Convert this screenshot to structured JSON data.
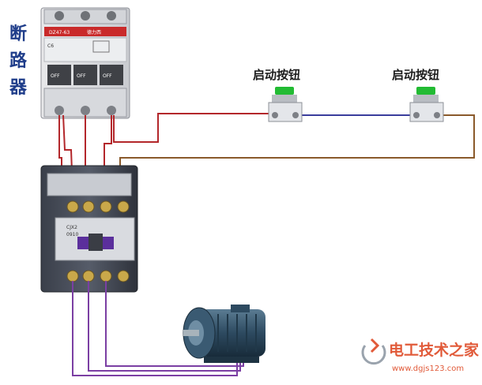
{
  "breaker": {
    "label_chars": [
      "断",
      "路",
      "器"
    ],
    "model_text": "DZ47-63",
    "rating_text": "C6",
    "pole_off_label": "OFF",
    "brand_text": "德力西"
  },
  "buttons": [
    {
      "label": "启动按钮",
      "cap_color": "#22bb33"
    },
    {
      "label": "启动按钮",
      "cap_color": "#22bb33"
    }
  ],
  "contactor": {
    "model_text": "CJX2",
    "model_sub": "0910"
  },
  "watermark": {
    "title": "电工技术之家",
    "url": "www.dgjs123.com"
  },
  "colors": {
    "wire_red": "#b3272b",
    "wire_blue": "#3a3d9c",
    "wire_brown": "#8a5a2b",
    "wire_purple": "#7b3fa3",
    "label_blue": "#1f3d8a"
  }
}
